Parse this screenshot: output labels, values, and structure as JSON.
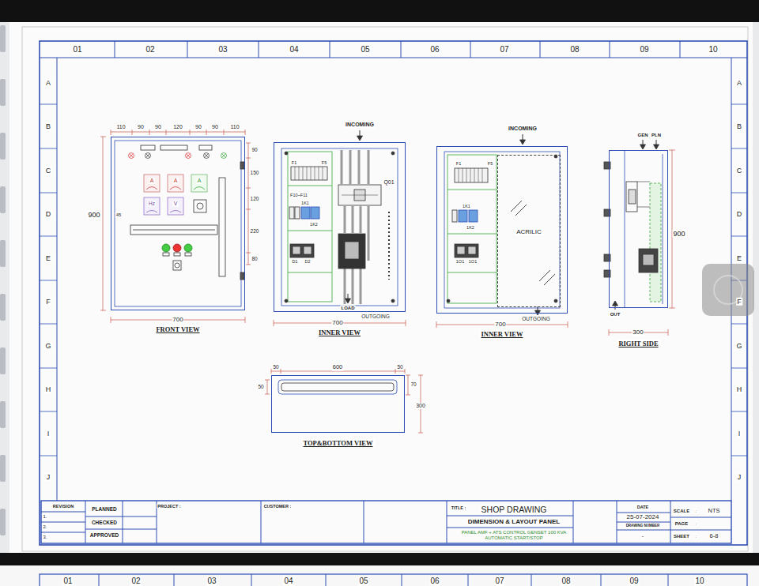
{
  "diagram": {
    "nodes": [
      {
        "text": [
          "FRONT VIEW"
        ]
      },
      {
        "text": [
          "INNER VIEW"
        ]
      },
      {
        "text": [
          "INNER VIEW"
        ]
      },
      {
        "text": [
          "ACRILIC"
        ],
        "in": 2
      },
      {
        "text": [
          "RIGHT SIDE"
        ]
      },
      {
        "text": [
          "TOP&BOTTOM VIEW"
        ]
      }
    ],
    "labels": [
      "01",
      "02",
      "03",
      "04",
      "05",
      "06",
      "07",
      "08",
      "09",
      "10",
      "A",
      "B",
      "C",
      "D",
      "E",
      "F",
      "G",
      "H",
      "I",
      "J",
      "A",
      "B",
      "C",
      "D",
      "E",
      "F",
      "G",
      "H",
      "I",
      "J",
      "110",
      "90",
      "90",
      "120",
      "90",
      "90",
      "110",
      "900",
      "45",
      "90",
      "150",
      "120",
      "220",
      "80",
      "700",
      "A",
      "A",
      "A",
      "Hz",
      "V",
      "INCOMING",
      "F1",
      "F5",
      "F10~F11",
      "1K1",
      "1K2",
      "Q01",
      "D1",
      "D2",
      "LOAD",
      "OUTGOING",
      "700",
      "INCOMING",
      "F1",
      "F5",
      "1K1",
      "1K2",
      "1O1",
      "1O1",
      "OUTGOING",
      "700",
      "GEN",
      "PLN",
      "OUT",
      "900",
      "300",
      "50",
      "600",
      "50",
      "50",
      "70",
      "300",
      "REVISION",
      "1.",
      "2.",
      "3.",
      "PLANNED",
      "CHECKED",
      "APPROVED",
      "PROJECT :",
      "CUSTOMER :",
      "TITLE :",
      "SHOP DRAWING",
      "DIMENSION & LAYOUT PANEL",
      "PANEL AMF + ATS CONTROL GENSET 100 KVA AUTOMATIC START/STOP",
      "DATE",
      "25-07-2024",
      "DRAWING NUMBER",
      "-",
      "SCALE",
      ":",
      "NTS",
      "PAGE",
      ":",
      "SHEET",
      ":",
      "6-8",
      "01",
      "02",
      "03",
      "04",
      "05",
      "06",
      "07",
      "08",
      "09",
      "10"
    ]
  }
}
